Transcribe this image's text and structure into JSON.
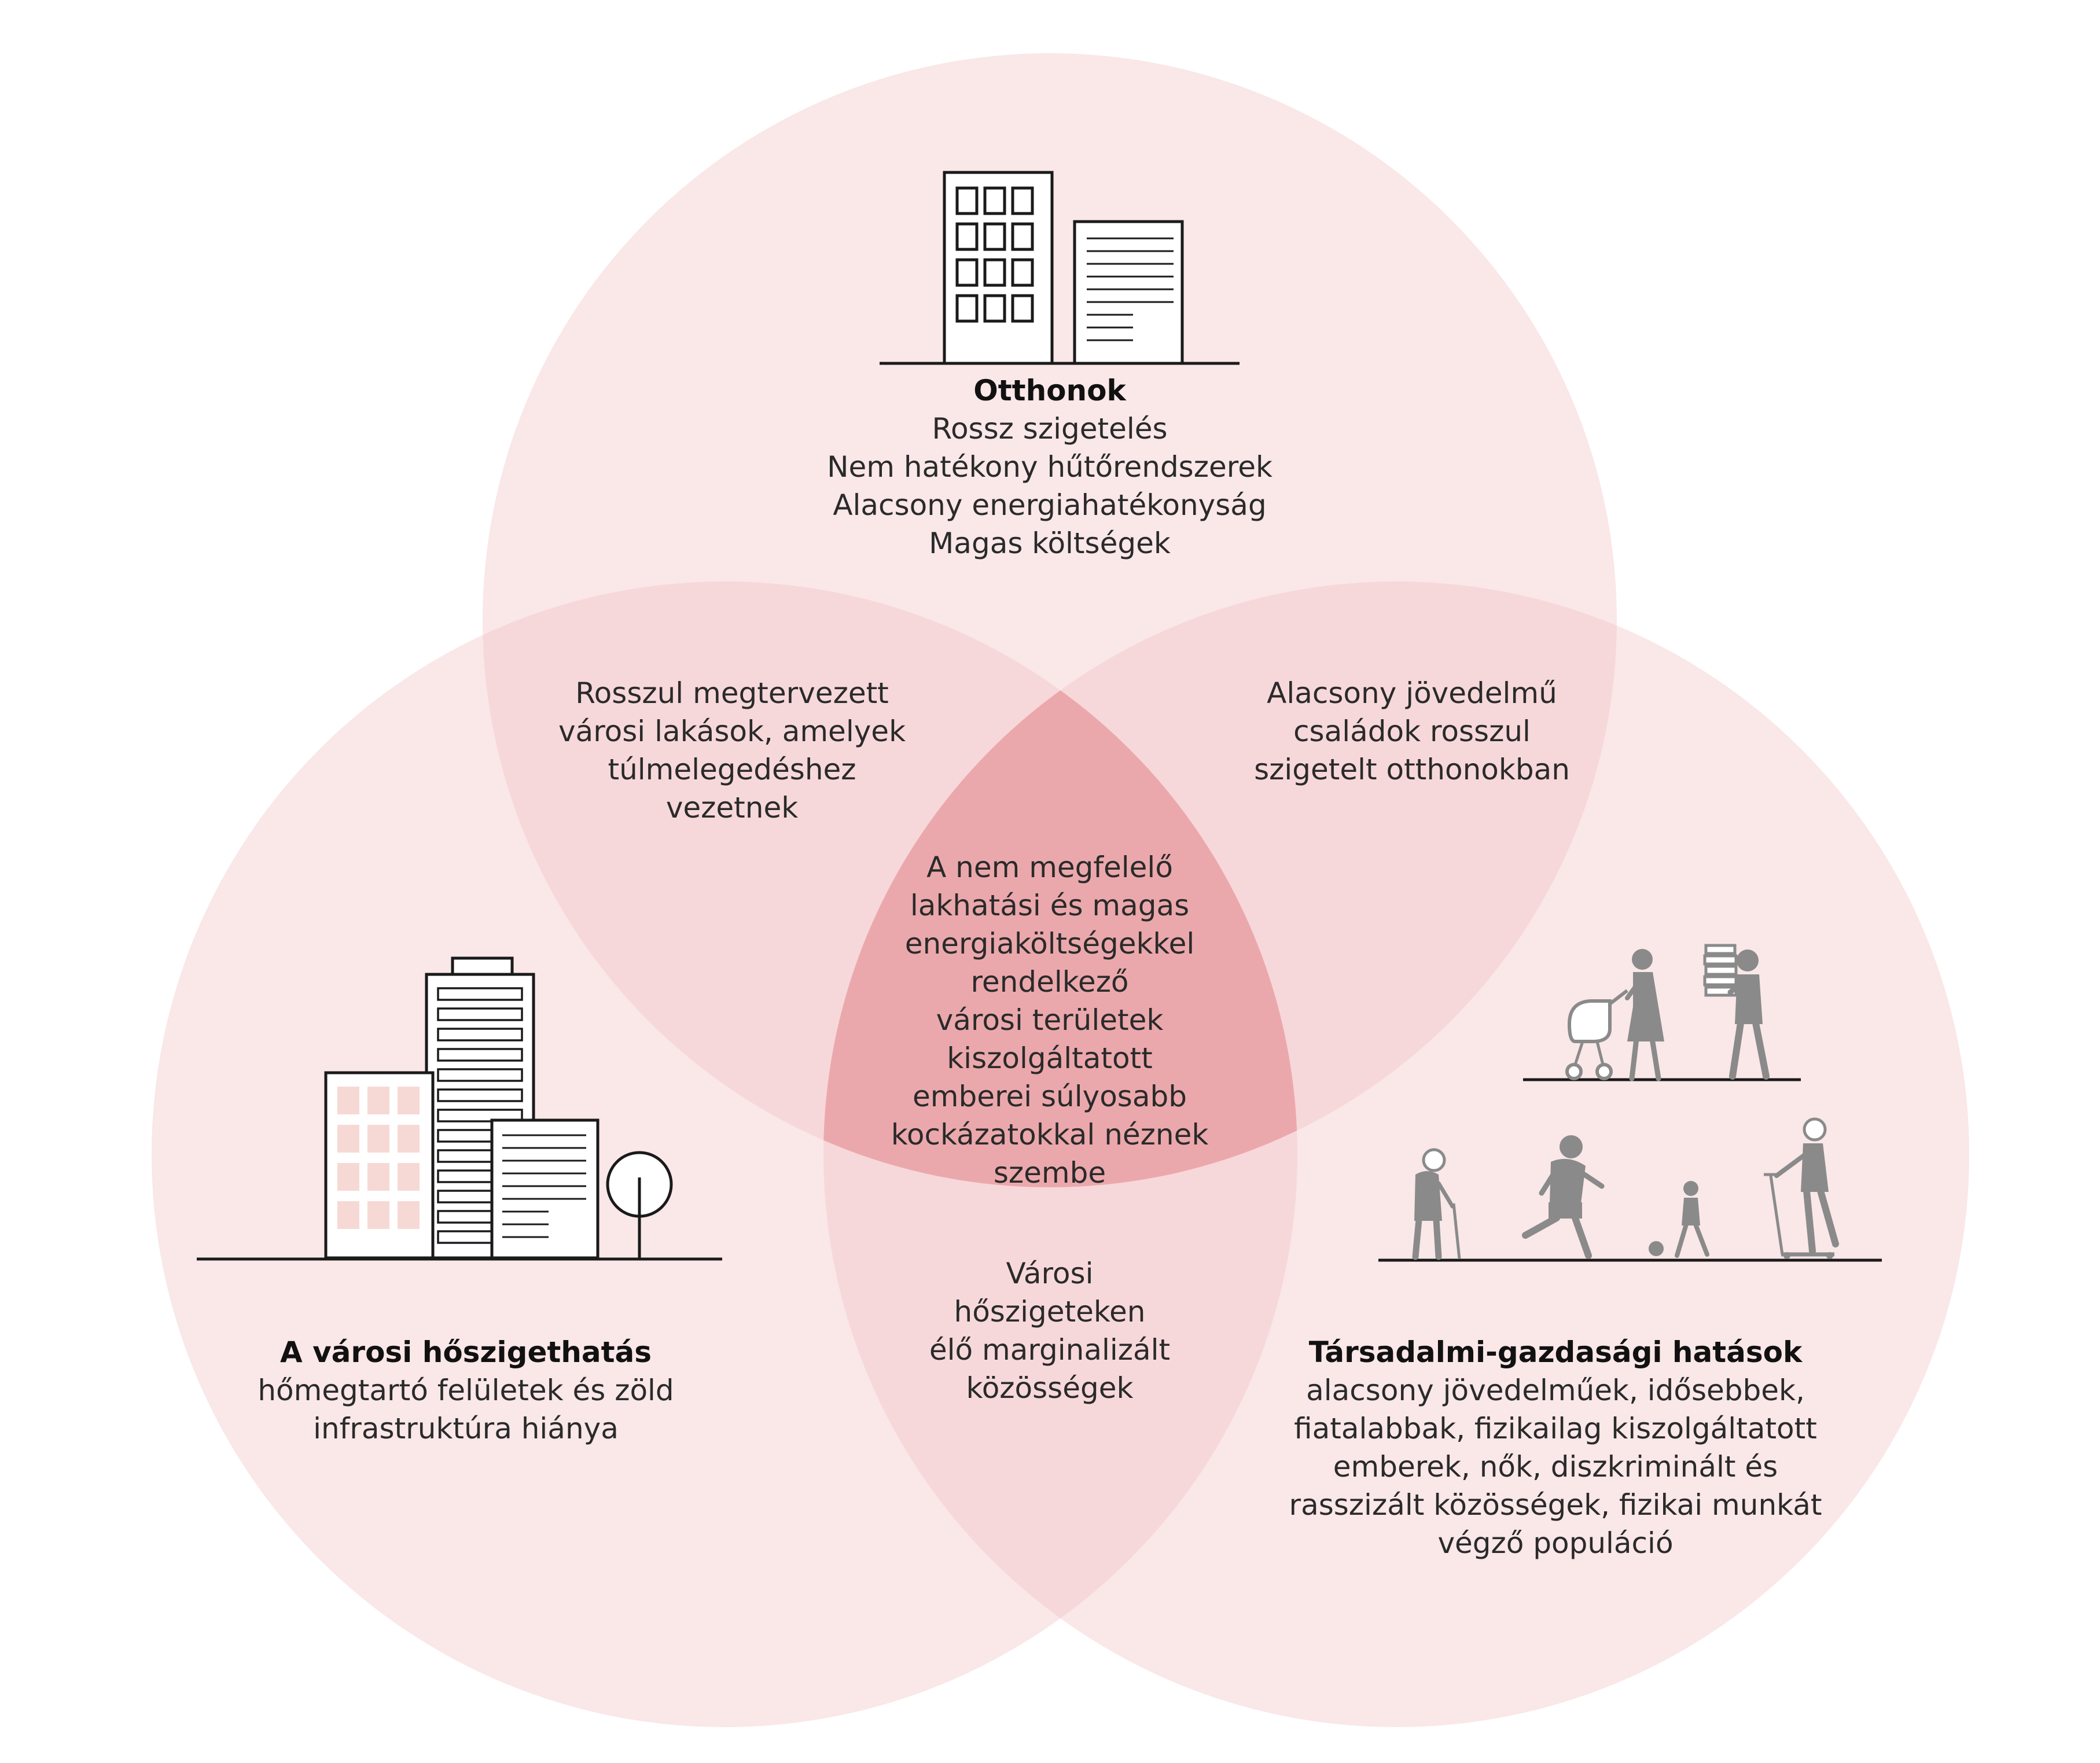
{
  "colors": {
    "circle_fill": "#f3c4c6",
    "center_fill": "#e9a1a6",
    "line": "#1a1a1a",
    "people": "#8a8a8a",
    "window_tint": "#f6d9d5"
  },
  "icons": {
    "top": "apartment-buildings-icon",
    "left": "city-buildings-with-tree-icon",
    "right": "people-group-icon"
  },
  "regions": {
    "homes": {
      "title": "Otthonok",
      "lines": [
        "Rossz szigetelés",
        "Nem hatékony hűtőrendszerek",
        "Alacsony energiahatékonyság",
        "Magas költségek"
      ]
    },
    "heat_island": {
      "title": "A városi hőszigethatás",
      "lines": [
        "hőmegtartó felületek és zöld",
        "infrastruktúra hiánya"
      ]
    },
    "socio_economic": {
      "title": "Társadalmi-gazdasági hatások",
      "lines": [
        "alacsony jövedelműek, idősebbek,",
        "fiatalabbak, fizikailag kiszolgáltatott",
        "emberek, nők, diszkriminált és",
        "rasszizált közösségek, fizikai munkát",
        "végző populáció"
      ]
    },
    "homes_heat": {
      "lines": [
        "Rosszul megtervezett",
        "városi lakások, amelyek",
        "túlmelegedéshez",
        "vezetnek"
      ]
    },
    "homes_socio": {
      "lines": [
        "Alacsony jövedelmű",
        "családok rosszul",
        "szigetelt otthonokban"
      ]
    },
    "heat_socio": {
      "lines": [
        "Városi",
        "hőszigeteken",
        "élő marginalizált",
        "közösségek"
      ]
    },
    "center": {
      "lines": [
        "A nem megfelelő",
        "lakhatási és magas",
        "energiaköltségekkel",
        "rendelkező",
        "városi területek",
        "kiszolgáltatott",
        "emberei súlyosabb",
        "kockázatokkal néznek",
        "szembe"
      ]
    }
  }
}
